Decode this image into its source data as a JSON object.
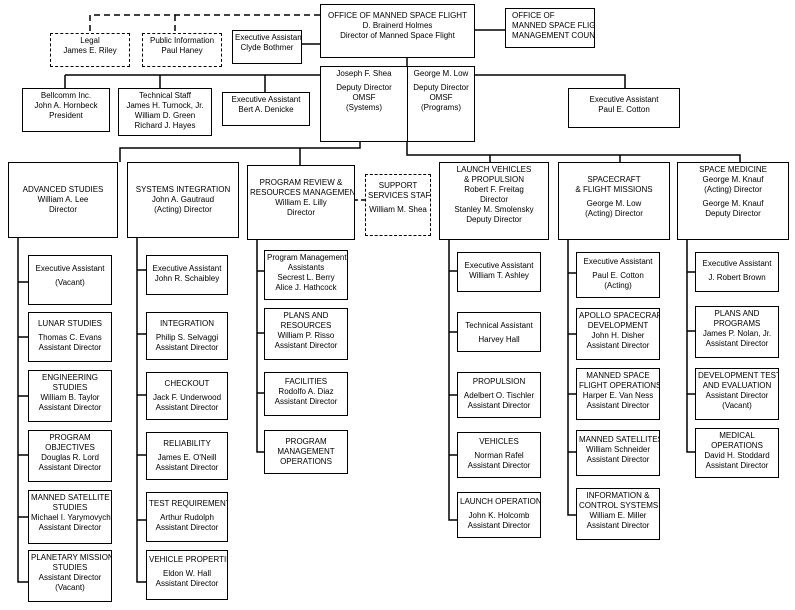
{
  "top": {
    "office": {
      "title": "OFFICE OF MANNED SPACE FLIGHT",
      "name": "D. Brainerd Holmes",
      "role": "Director of Manned Space Flight"
    },
    "council": {
      "title1": "OFFICE OF",
      "title2": "MANNED SPACE FLIGHT",
      "title3": "MANAGEMENT COUNCIL"
    },
    "legal": {
      "title": "Legal",
      "name": "James E. Riley"
    },
    "public_info": {
      "title": "Public Information",
      "name": "Paul Haney"
    },
    "exec_asst_top": {
      "title": "Executive Assistant",
      "name": "Clyde Bothmer"
    },
    "deputy_systems": {
      "name": "Joseph F. Shea",
      "r1": "Deputy Director",
      "r2": "OMSF",
      "r3": "(Systems)"
    },
    "deputy_programs": {
      "name": "George M. Low",
      "r1": "Deputy Director",
      "r2": "OMSF",
      "r3": "(Programs)"
    }
  },
  "staff": {
    "bellcomm": {
      "title": "Bellcomm Inc.",
      "name": "John A. Hornbeck",
      "role": "President"
    },
    "technical": {
      "title": "Technical Staff",
      "n1": "James H. Turnock, Jr.",
      "n2": "William D. Green",
      "n3": "Richard J. Hayes"
    },
    "exec_denicke": {
      "title": "Executive Assistant",
      "name": "Bert A. Denicke"
    },
    "exec_cotton": {
      "title": "Executive Assistant",
      "name": "Paul E. Cotton"
    }
  },
  "divisions": {
    "advanced": {
      "head": {
        "title": "ADVANCED STUDIES",
        "name": "William A. Lee",
        "role": "Director"
      },
      "subs": [
        {
          "l1": "Executive Assistant",
          "l2": "",
          "l3": "(Vacant)"
        },
        {
          "l1": "LUNAR STUDIES",
          "l2": "Thomas C. Evans",
          "l3": "Assistant Director"
        },
        {
          "l1": "ENGINEERING",
          "l1b": "STUDIES",
          "l2": "William B. Taylor",
          "l3": "Assistant Director"
        },
        {
          "l1": "PROGRAM",
          "l1b": "OBJECTIVES",
          "l2": "Douglas R. Lord",
          "l3": "Assistant Director"
        },
        {
          "l1": "MANNED SATELLITE",
          "l1b": "STUDIES",
          "l2": "Michael I. Yarymovych",
          "l3": "Assistant Director"
        },
        {
          "l1": "PLANETARY MISSION",
          "l1b": "STUDIES",
          "l2": "Assistant Director",
          "l3": "(Vacant)"
        }
      ]
    },
    "systems": {
      "head": {
        "title": "SYSTEMS INTEGRATION",
        "name": "John A. Gautraud",
        "role": "(Acting) Director"
      },
      "subs": [
        {
          "l1": "Executive Assistant",
          "l2": "John R. Schaibley"
        },
        {
          "l1": "INTEGRATION",
          "l2": "Philip S. Selvaggi",
          "l3": "Assistant Director"
        },
        {
          "l1": "CHECKOUT",
          "l2": "Jack F. Underwood",
          "l3": "Assistant Director"
        },
        {
          "l1": "RELIABILITY",
          "l2": "James E. O'Neill",
          "l3": "Assistant Director"
        },
        {
          "l1": "TEST REQUIREMENTS",
          "l2": "Arthur Rudolph",
          "l3": "Assistant Director"
        },
        {
          "l1": "VEHICLE PROPERTIES",
          "l2": "Eldon W. Hall",
          "l3": "Assistant Director"
        }
      ]
    },
    "review": {
      "head": {
        "title": "PROGRAM REVIEW &",
        "title2": "RESOURCES MANAGEMENT",
        "name": "William E. Lilly",
        "role": "Director"
      },
      "support": {
        "title": "SUPPORT",
        "title2": "SERVICES STAFF",
        "name": "William M. Shea"
      },
      "subs": [
        {
          "l1": "Program Management",
          "l1b": "Assistants",
          "l2": "Secrest L. Berry",
          "l3": "Alice J. Hathcock"
        },
        {
          "l1": "PLANS AND",
          "l1b": "RESOURCES",
          "l2": "William P. Risso",
          "l3": "Assistant Director"
        },
        {
          "l1": "FACILITIES",
          "l2": "Rodolfo A. Diaz",
          "l3": "Assistant Director"
        },
        {
          "l1": "PROGRAM",
          "l1b": "MANAGEMENT",
          "l2": "OPERATIONS"
        }
      ]
    },
    "launch": {
      "head": {
        "title": "LAUNCH VEHICLES",
        "title2": "& PROPULSION",
        "name": "Robert F. Freitag",
        "role": "Director",
        "name2": "Stanley M. Smolensky",
        "role2": "Deputy Director"
      },
      "subs": [
        {
          "l1": "Executive Assistant",
          "l2": "William T. Ashley"
        },
        {
          "l1": "Technical Assistant",
          "l2": "Harvey Hall"
        },
        {
          "l1": "PROPULSION",
          "l2": "Adelbert O. Tischler",
          "l3": "Assistant Director"
        },
        {
          "l1": "VEHICLES",
          "l2": "Norman Rafel",
          "l3": "Assistant Director"
        },
        {
          "l1": "LAUNCH OPERATIONS",
          "l2": "John K. Holcomb",
          "l3": "Assistant Director"
        }
      ]
    },
    "spacecraft": {
      "head": {
        "title": "SPACECRAFT",
        "title2": "& FLIGHT MISSIONS",
        "name": "George M. Low",
        "role": "(Acting) Director"
      },
      "subs": [
        {
          "l1": "Executive Assistant",
          "l2": "Paul E. Cotton",
          "l3": "(Acting)"
        },
        {
          "l1": "APOLLO SPACECRAFT",
          "l1b": "DEVELOPMENT",
          "l2": "John H. Disher",
          "l3": "Assistant Director"
        },
        {
          "l1": "MANNED SPACE",
          "l1b": "FLIGHT OPERATIONS",
          "l2": "Harper E. Van Ness",
          "l3": "Assistant Director"
        },
        {
          "l1": "MANNED SATELLITES",
          "l2": "William Schneider",
          "l3": "Assistant Director"
        },
        {
          "l1": "INFORMATION &",
          "l1b": "CONTROL SYSTEMS",
          "l2": "William E. Miller",
          "l3": "Assistant Director"
        }
      ]
    },
    "medicine": {
      "head": {
        "title": "SPACE MEDICINE",
        "name": "George M. Knauf",
        "role": "(Acting) Director",
        "name2": "George M. Knauf",
        "role2": "Deputy Director"
      },
      "subs": [
        {
          "l1": "Executive Assistant",
          "l2": "J. Robert Brown"
        },
        {
          "l1": "PLANS AND",
          "l1b": "PROGRAMS",
          "l2": "James P. Nolan, Jr.",
          "l3": "Assistant Director"
        },
        {
          "l1": "DEVELOPMENT TEST",
          "l1b": "AND EVALUATION",
          "l2": "Assistant Director",
          "l3": "(Vacant)"
        },
        {
          "l1": "MEDICAL",
          "l1b": "OPERATIONS",
          "l2": "David H. Stoddard",
          "l3": "Assistant Director"
        }
      ]
    }
  }
}
